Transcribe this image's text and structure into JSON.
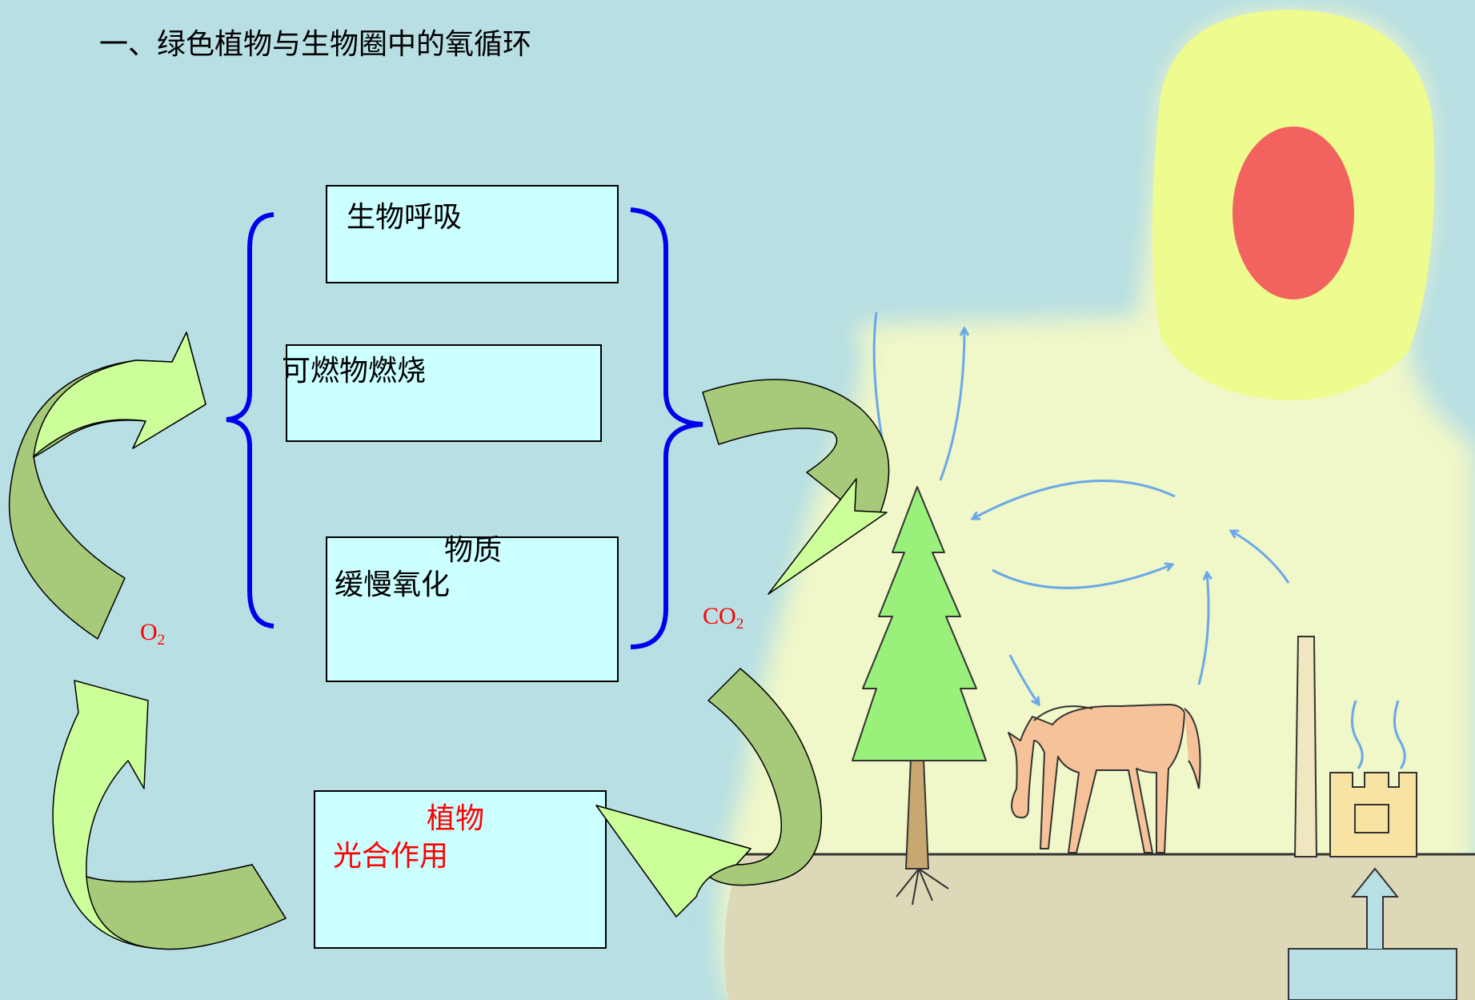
{
  "title": "一、绿色植物与生物圈中的氧循环",
  "boxes": {
    "respiration": "生物呼吸",
    "combustion": "可燃物燃烧",
    "slow_oxidation_top": "物质",
    "slow_oxidation": "缓慢氧化",
    "photosynthesis_top": "植物",
    "photosynthesis": "光合作用"
  },
  "labels": {
    "o2_main": "O",
    "o2_sub": "2",
    "co2_main": "CO",
    "co2_sub": "2"
  },
  "colors": {
    "background": "#b8dfe3",
    "box_fill": "#ccffff",
    "brace": "#0000ee",
    "arrow_light": "#ccff99",
    "arrow_dark": "#a6c97a",
    "glow": "#f0f7c8",
    "sun_outer": "#eefb8e",
    "sun_core": "#f2625f",
    "tree": "#99f07a",
    "horse": "#f5c29a",
    "sky_arrows": "#6aa8e8",
    "ground": "#ddd8b8",
    "highlight_text": "#ff0000"
  },
  "icons": [
    "sun-icon",
    "tree-icon",
    "horse-icon",
    "factory-icon",
    "curved-arrow-icon"
  ]
}
